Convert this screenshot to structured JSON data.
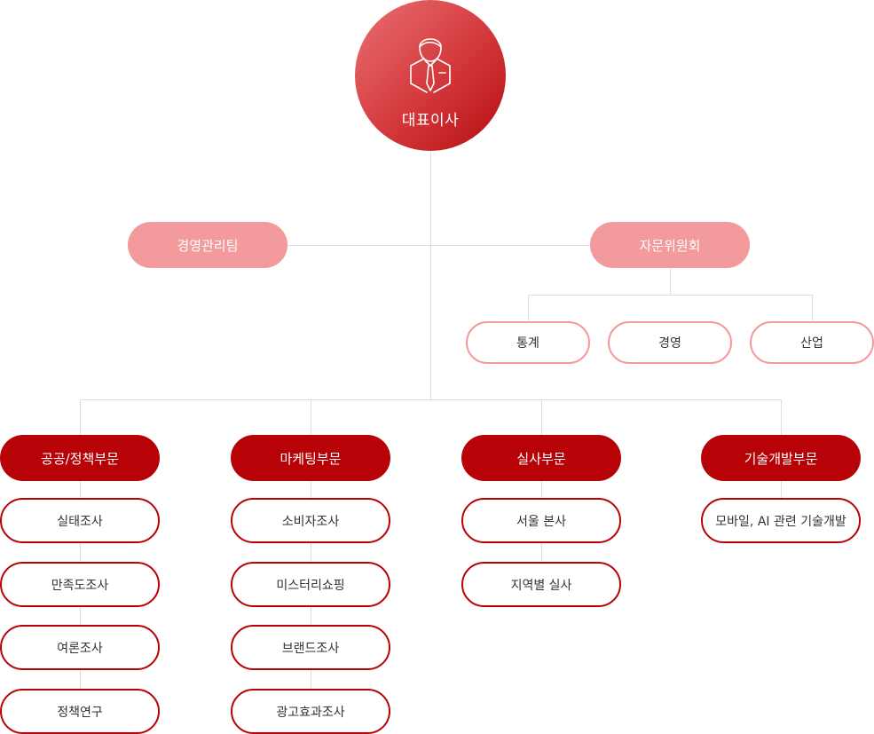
{
  "ceo": {
    "label": "대표이사",
    "icon": "businessman-icon"
  },
  "staff": {
    "management_team": "경영관리팀",
    "advisory_committee": "자문위원회"
  },
  "committee_members": [
    "통계",
    "경영",
    "산업"
  ],
  "divisions": [
    {
      "name": "공공/정책부문",
      "teams": [
        "실태조사",
        "만족도조사",
        "여론조사",
        "정책연구"
      ]
    },
    {
      "name": "마케팅부문",
      "teams": [
        "소비자조사",
        "미스터리쇼핑",
        "브랜드조사",
        "광고효과조사"
      ]
    },
    {
      "name": "실사부문",
      "teams": [
        "서울 본사",
        "지역별 실사"
      ]
    },
    {
      "name": "기술개발부문",
      "teams": [
        "모바일, AI 관련 기술개발"
      ]
    }
  ],
  "colors": {
    "ceo_gradient": [
      "#ea7072",
      "#d3383b",
      "#b40d10"
    ],
    "staff_fill": "#f29a9c",
    "division_fill": "#b70207",
    "connector": "#dddddd"
  }
}
